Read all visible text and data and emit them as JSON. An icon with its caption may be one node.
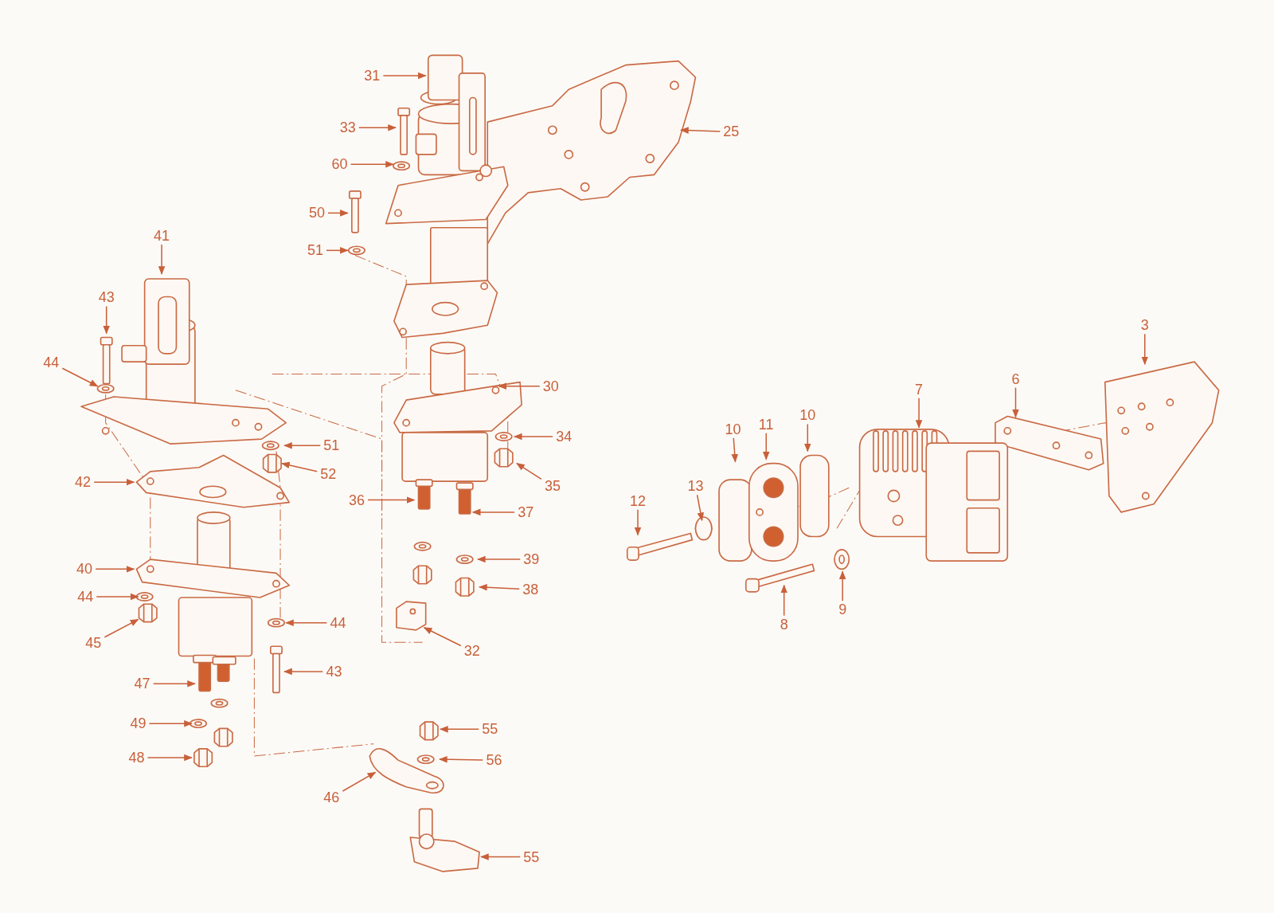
{
  "diagram": {
    "nodes": [
      {
        "text": [
          "31"
        ]
      },
      {
        "text": [
          "33"
        ]
      },
      {
        "text": [
          "25"
        ]
      },
      {
        "text": [
          "60"
        ]
      },
      {
        "text": [
          "50"
        ]
      },
      {
        "text": [
          "41"
        ]
      },
      {
        "text": [
          "51"
        ]
      },
      {
        "text": [
          "43"
        ]
      },
      {
        "text": [
          "3"
        ]
      },
      {
        "text": [
          "44"
        ]
      },
      {
        "text": [
          "6"
        ]
      },
      {
        "text": [
          "30"
        ]
      },
      {
        "text": [
          "7"
        ]
      },
      {
        "text": [
          "10"
        ]
      },
      {
        "text": [
          "11"
        ]
      },
      {
        "text": [
          "34"
        ]
      },
      {
        "text": [
          "10"
        ]
      },
      {
        "text": [
          "51"
        ]
      },
      {
        "text": [
          "52"
        ]
      },
      {
        "text": [
          "13"
        ]
      },
      {
        "text": [
          "42"
        ]
      },
      {
        "text": [
          "35"
        ]
      },
      {
        "text": [
          "36"
        ]
      },
      {
        "text": [
          "12"
        ]
      },
      {
        "text": [
          "37"
        ]
      },
      {
        "text": [
          "39"
        ]
      },
      {
        "text": [
          "40"
        ]
      },
      {
        "text": [
          "38"
        ]
      },
      {
        "text": [
          "44"
        ]
      },
      {
        "text": [
          "9"
        ]
      },
      {
        "text": [
          "44"
        ]
      },
      {
        "text": [
          "8"
        ]
      },
      {
        "text": [
          "45"
        ]
      },
      {
        "text": [
          "32"
        ]
      },
      {
        "text": [
          "43"
        ]
      },
      {
        "text": [
          "47"
        ]
      },
      {
        "text": [
          "49"
        ]
      },
      {
        "text": [
          "55"
        ]
      },
      {
        "text": [
          "48"
        ]
      },
      {
        "text": [
          "56"
        ]
      },
      {
        "text": [
          "46"
        ]
      },
      {
        "text": [
          "55"
        ]
      }
    ],
    "edges": [
      {
        "from": 0,
        "to": null,
        "arrow": "to"
      },
      {
        "from": 1,
        "to": null,
        "arrow": "to"
      },
      {
        "from": 2,
        "to": null,
        "arrow": "to"
      },
      {
        "from": 3,
        "to": null,
        "arrow": "to"
      },
      {
        "from": 4,
        "to": null,
        "arrow": "to"
      },
      {
        "from": 5,
        "to": null,
        "arrow": "to"
      },
      {
        "from": 6,
        "to": null,
        "arrow": "to"
      },
      {
        "from": 7,
        "to": null,
        "arrow": "to"
      },
      {
        "from": 8,
        "to": null,
        "arrow": "to"
      },
      {
        "from": 9,
        "to": null,
        "arrow": "to"
      },
      {
        "from": 10,
        "to": null,
        "arrow": "to"
      },
      {
        "from": 11,
        "to": null,
        "arrow": "to"
      },
      {
        "from": 12,
        "to": null,
        "arrow": "to"
      },
      {
        "from": 13,
        "to": null,
        "arrow": "to"
      },
      {
        "from": 14,
        "to": null,
        "arrow": "to"
      },
      {
        "from": 15,
        "to": null,
        "arrow": "to"
      },
      {
        "from": 16,
        "to": null,
        "arrow": "to"
      },
      {
        "from": 17,
        "to": null,
        "arrow": "to"
      },
      {
        "from": 18,
        "to": null,
        "arrow": "to"
      },
      {
        "from": 19,
        "to": null,
        "arrow": "to"
      },
      {
        "from": 20,
        "to": null,
        "arrow": "to"
      },
      {
        "from": 21,
        "to": null,
        "arrow": "to"
      },
      {
        "from": 22,
        "to": null,
        "arrow": "to"
      },
      {
        "from": 23,
        "to": null,
        "arrow": "to"
      },
      {
        "from": 24,
        "to": null,
        "arrow": "to"
      },
      {
        "from": 25,
        "to": null,
        "arrow": "to"
      },
      {
        "from": 26,
        "to": null,
        "arrow": "to"
      },
      {
        "from": 27,
        "to": null,
        "arrow": "to"
      },
      {
        "from": 28,
        "to": null,
        "arrow": "to"
      },
      {
        "from": 29,
        "to": null,
        "arrow": "to"
      },
      {
        "from": 30,
        "to": null,
        "arrow": "to"
      },
      {
        "from": 31,
        "to": null,
        "arrow": "to"
      },
      {
        "from": 32,
        "to": null,
        "arrow": "to"
      },
      {
        "from": 33,
        "to": null,
        "arrow": "to"
      },
      {
        "from": 34,
        "to": null,
        "arrow": "to"
      },
      {
        "from": 35,
        "to": null,
        "arrow": "to"
      },
      {
        "from": 36,
        "to": null,
        "arrow": "to"
      },
      {
        "from": 37,
        "to": null,
        "arrow": "to"
      },
      {
        "from": 38,
        "to": null,
        "arrow": "to"
      },
      {
        "from": 39,
        "to": null,
        "arrow": "to"
      },
      {
        "from": 40,
        "to": null,
        "arrow": "to"
      },
      {
        "from": 41,
        "to": null,
        "arrow": "to"
      }
    ]
  }
}
